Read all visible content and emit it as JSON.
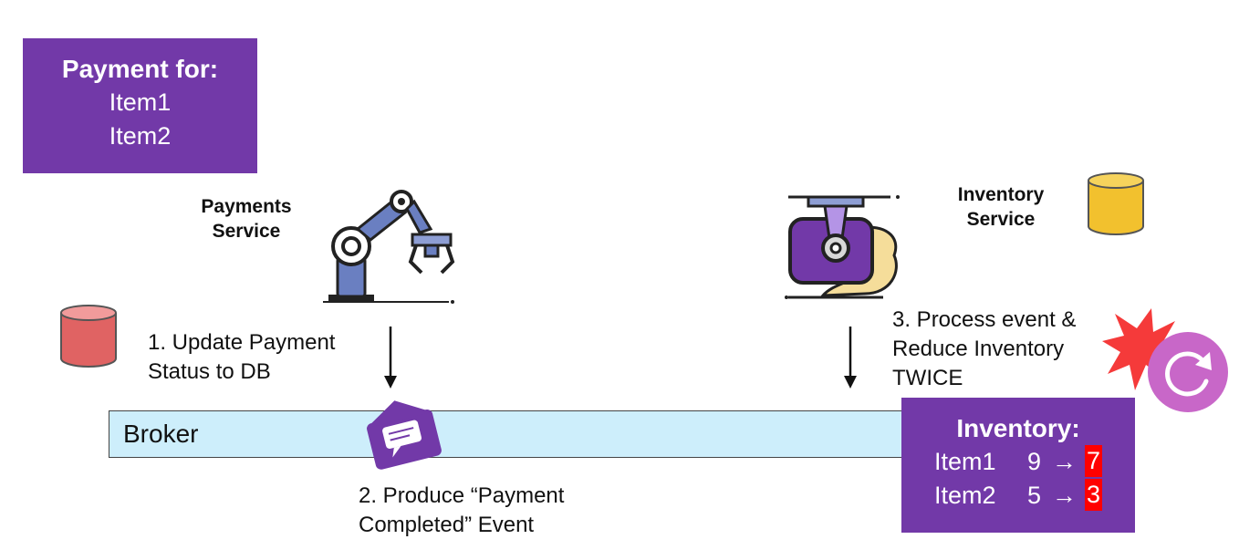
{
  "payment_box": {
    "title": "Payment for:",
    "items": [
      "Item1",
      "Item2"
    ]
  },
  "payments_service": {
    "label_line1": "Payments",
    "label_line2": "Service"
  },
  "inventory_service": {
    "label_line1": "Inventory",
    "label_line2": "Service"
  },
  "steps": {
    "step1_line1": "1. Update Payment",
    "step1_line2": "Status to DB",
    "step2_line1": "2. Produce “Payment",
    "step2_line2": "Completed” Event",
    "step3_line1": "3. Process event &",
    "step3_line2": "Reduce Inventory",
    "step3_line3": "TWICE"
  },
  "broker": {
    "label": "Broker"
  },
  "inventory_box": {
    "title": "Inventory:",
    "rows": [
      {
        "name": "Item1",
        "before": "9",
        "arrow": "→",
        "after": "7"
      },
      {
        "name": "Item2",
        "before": "5",
        "arrow": "→",
        "after": "3"
      }
    ]
  },
  "colors": {
    "purple": "#7239a8",
    "broker_fill": "#cdeefb",
    "highlight_red": "#ff0000",
    "payments_db": "#e06363",
    "inventory_db": "#f2c12e"
  },
  "icons": {
    "payments_service": "robot-arm-icon",
    "inventory_service": "machine-icon",
    "payments_db": "database-icon",
    "inventory_db": "database-icon",
    "event": "message-envelope-icon",
    "retry": "retry-icon",
    "explosion": "explosion-icon"
  }
}
